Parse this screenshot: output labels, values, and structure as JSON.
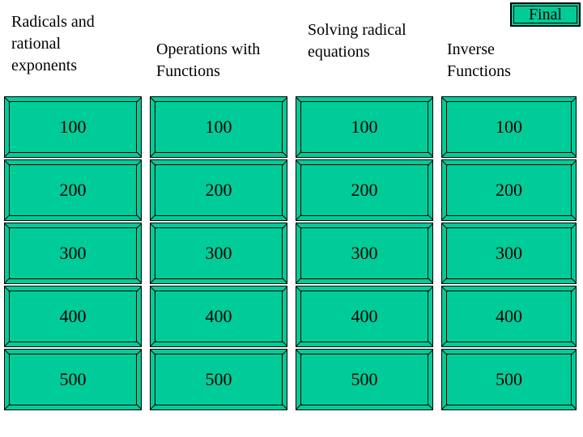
{
  "final_button": {
    "label": "Final"
  },
  "board": {
    "colors": {
      "cell_green": "#00cc99",
      "outline": "#000000",
      "background": "#ffffff",
      "text": "#000000"
    },
    "columns": [
      {
        "header": "Radicals and rational exponents",
        "cells": [
          "100",
          "200",
          "300",
          "400",
          "500"
        ]
      },
      {
        "header": "Operations with Functions",
        "cells": [
          "100",
          "200",
          "300",
          "400",
          "500"
        ]
      },
      {
        "header": "Solving radical equations",
        "cells": [
          "100",
          "200",
          "300",
          "400",
          "500"
        ]
      },
      {
        "header": "Inverse Functions",
        "cells": [
          "100",
          "200",
          "300",
          "400",
          "500"
        ]
      }
    ]
  }
}
